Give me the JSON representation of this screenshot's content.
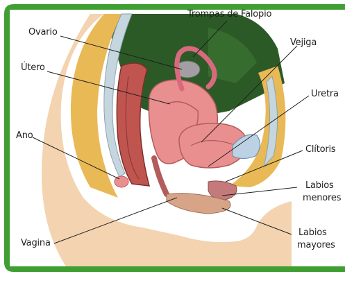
{
  "colors": {
    "frame": "#3f9f32",
    "background": "#2c5a26",
    "skin": "#f3d3b0",
    "fat": "#e9b956",
    "uterus": "#e98f8f",
    "bladder_fill": "#bcd2e4",
    "bone": "#c6d6de"
  },
  "labels": {
    "trompas": "Trompas de Falopio",
    "ovario": "Ovario",
    "vejiga": "Vejiga",
    "utero": "Útero",
    "uretra": "Uretra",
    "ano": "Ano",
    "clitoris": "Clítoris",
    "labios_menores_1": "Labios",
    "labios_menores_2": "menores",
    "vagina": "Vagina",
    "labios_mayores_1": "Labios",
    "labios_mayores_2": "mayores"
  }
}
